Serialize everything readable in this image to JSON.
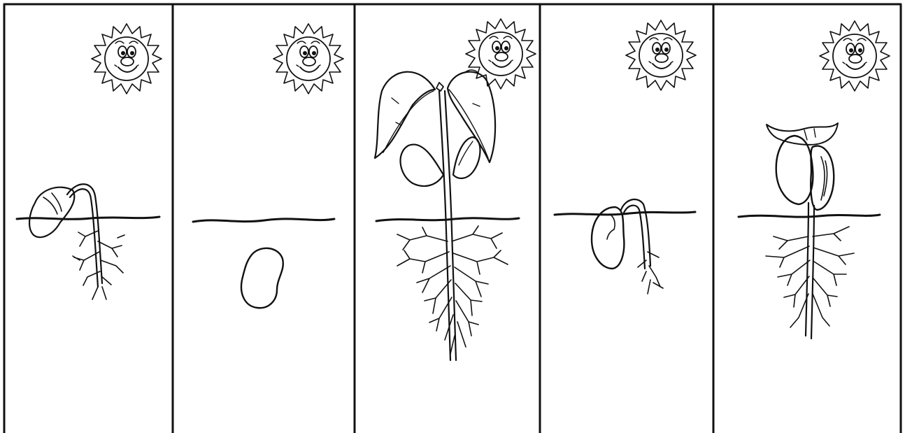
{
  "colors": {
    "ink": "#111111",
    "paper": "#ffffff"
  },
  "panels": [
    {
      "id": "panel-1",
      "stage": "germinating-seed-hook"
    },
    {
      "id": "panel-2",
      "stage": "seed-in-soil"
    },
    {
      "id": "panel-3",
      "stage": "young-plant-with-leaves"
    },
    {
      "id": "panel-4",
      "stage": "root-and-hook-stem"
    },
    {
      "id": "panel-5",
      "stage": "seedling-with-cotyledons"
    }
  ],
  "icons": [
    "sun-icon",
    "ground-line",
    "bean-seed",
    "plant-stem",
    "roots",
    "leaves"
  ]
}
